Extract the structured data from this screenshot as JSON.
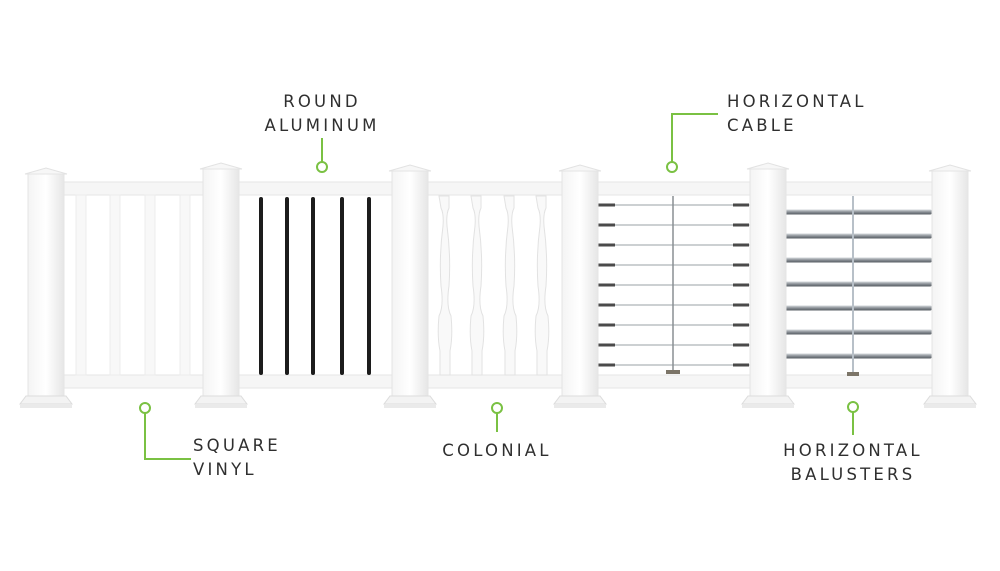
{
  "accent_color": "#7ac143",
  "labels": {
    "round_aluminum": {
      "line1": "ROUND",
      "line2": "ALUMINUM"
    },
    "square_vinyl": {
      "line1": "SQUARE",
      "line2": "VINYL"
    },
    "colonial": {
      "line1": "COLONIAL"
    },
    "horizontal_cable": {
      "line1": "HORIZONTAL",
      "line2": "CABLE"
    },
    "horizontal_balusters": {
      "line1": "HORIZONTAL",
      "line2": "BALUSTERS"
    }
  }
}
